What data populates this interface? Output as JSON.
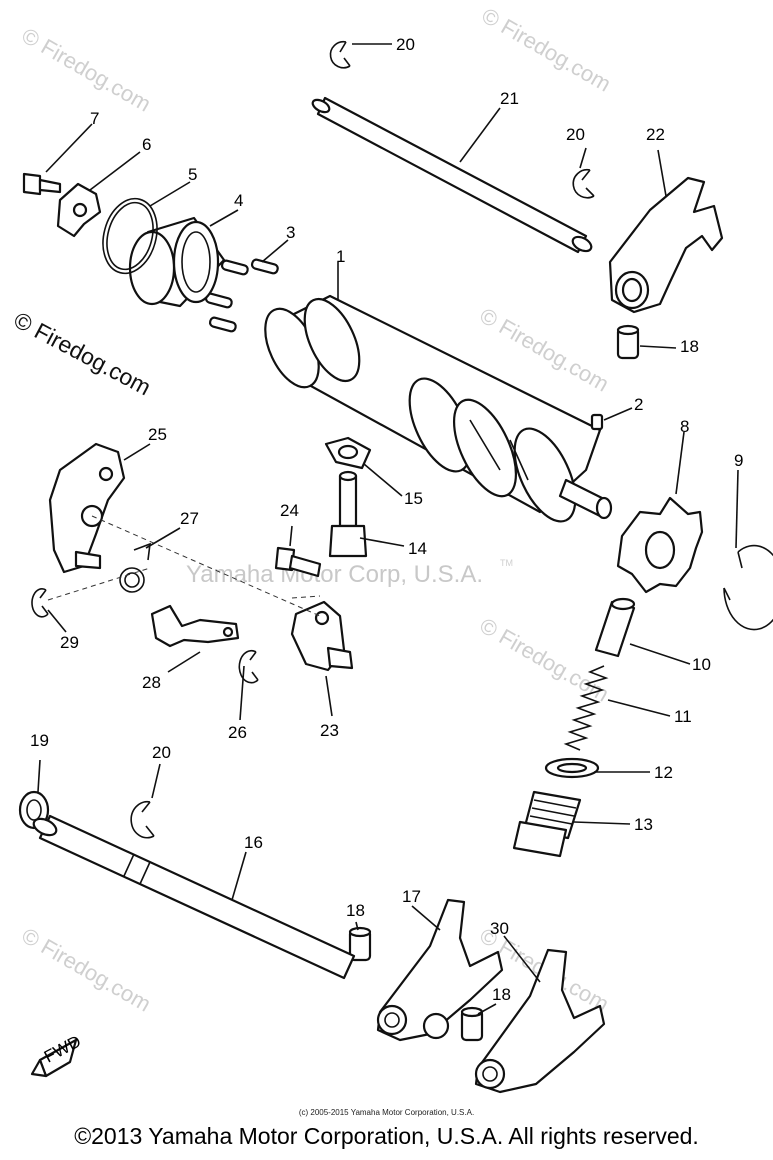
{
  "diagram": {
    "part_numbers": {
      "p1": "1",
      "p2": "2",
      "p3": "3",
      "p4": "4",
      "p5": "5",
      "p6": "6",
      "p7": "7",
      "p8": "8",
      "p9": "9",
      "p10": "10",
      "p11": "11",
      "p12": "12",
      "p13": "13",
      "p14": "14",
      "p15": "15",
      "p16": "16",
      "p17": "17",
      "p18a": "18",
      "p18b": "18",
      "p18c": "18",
      "p19": "19",
      "p20a": "20",
      "p20b": "20",
      "p20c": "20",
      "p21": "21",
      "p22": "22",
      "p23": "23",
      "p24": "24",
      "p25": "25",
      "p26": "26",
      "p27": "27",
      "p28": "28",
      "p29": "29",
      "p30": "30"
    },
    "fwd_label": "FWD"
  },
  "watermarks": {
    "firedog": "© Firedog.com",
    "center": "Yamaha Motor Corp, U.S.A.",
    "tm": "TM"
  },
  "footer": {
    "small_copyright": "(c) 2005-2015 Yamaha Motor Corporation, U.S.A.",
    "copyright": "©2013 Yamaha Motor Corporation, U.S.A. All rights reserved."
  }
}
